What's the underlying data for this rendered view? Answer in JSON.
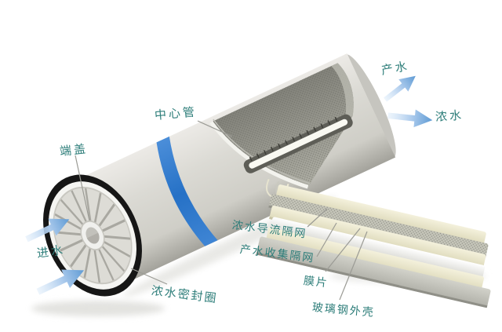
{
  "diagram": {
    "subject": "spiral-wound reverse-osmosis membrane element cutaway",
    "labels": {
      "center_tube": "中心管",
      "end_cap": "端盖",
      "feed_water": "进水",
      "product_water": "产水",
      "concentrate_water": "浓水",
      "concentrate_spacer": "浓水导流隔网",
      "product_spacer": "产水收集隔网",
      "membrane_sheet": "膜片",
      "frp_shell": "玻璃钢外壳",
      "brine_seal": "浓水密封圈"
    },
    "icons": {
      "feed_arrows": "blue-flow-arrow-right",
      "product_arrow": "blue-flow-arrow-up-right",
      "concentrate_arrow": "blue-flow-arrow-right"
    },
    "colors": {
      "label_text": "#2e7e7a",
      "shell_gray": "#d8d7d1",
      "stripe_blue": "#2f7ccc",
      "arrow_blue": "#7fb0de",
      "cream_layer": "#ece9cd",
      "seal_ring_black": "#161616",
      "mesh_gray": "#9b9b92"
    }
  }
}
